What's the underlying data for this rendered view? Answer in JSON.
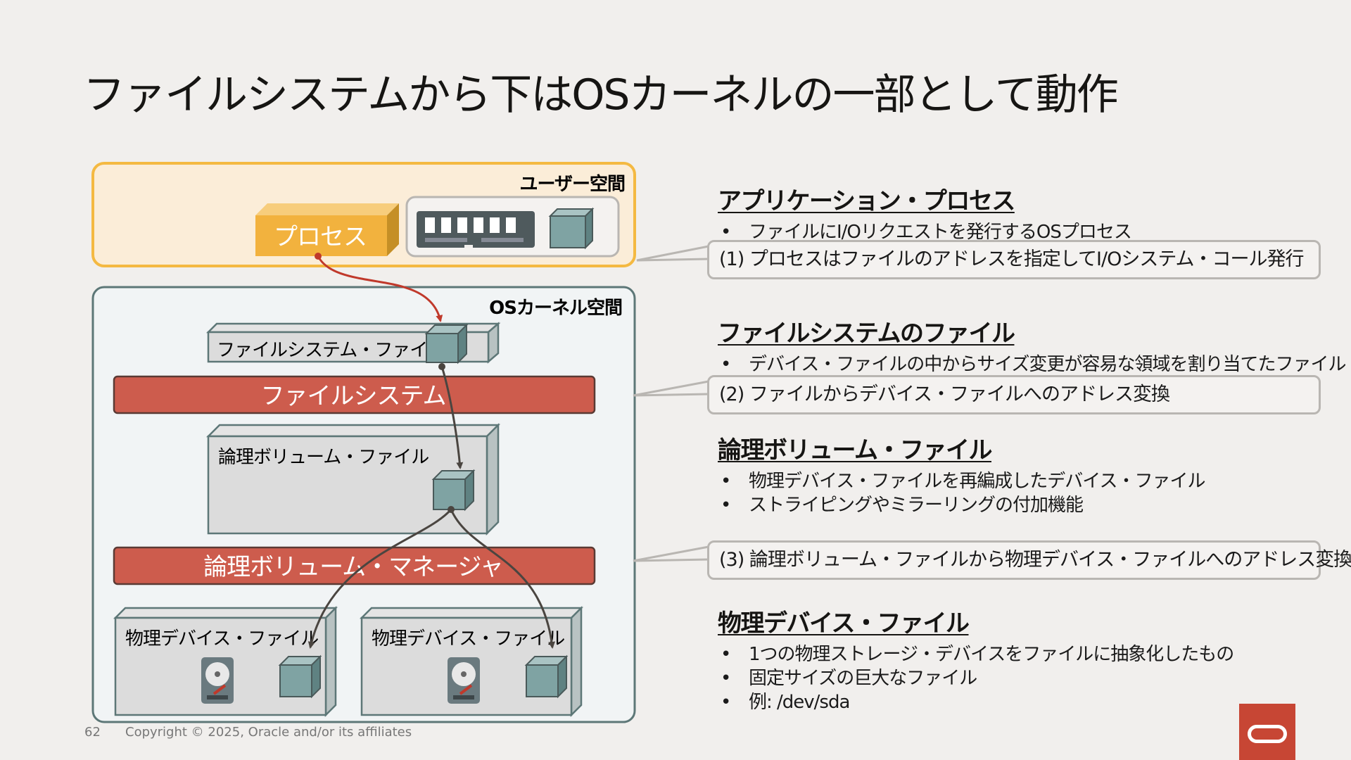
{
  "title": "ファイルシステムから下はOSカーネルの一部として動作",
  "diagram": {
    "user_space_label": "ユーザー空間",
    "process_label": "プロセス",
    "os_space_label": "OSカーネル空間",
    "fs_file_label": "ファイルシステム・ファイル",
    "filesystem_label": "ファイルシステム",
    "lv_file_label": "論理ボリューム・ファイル",
    "lvm_label": "論理ボリューム・マネージャ",
    "pd_file_label_1": "物理デバイス・ファイル",
    "pd_file_label_2": "物理デバイス・ファイル",
    "icons": [
      "memory-module-icon",
      "cube-icon",
      "hard-disk-icon"
    ],
    "colors": {
      "user_space_border": "#f4b942",
      "user_space_fill": "#fbedd8",
      "process_block": "#f2b23e",
      "layer_bar": "#cd5c4d",
      "cube": "#7fa3a3",
      "arrow": "#c0392b",
      "arrow_dark": "#4a4540"
    }
  },
  "sections": [
    {
      "heading": "アプリケーション・プロセス",
      "bullets": [
        "ファイルにI/Oリクエストを発行するOSプロセス"
      ]
    },
    {
      "heading": "ファイルシステムのファイル",
      "bullets": [
        "デバイス・ファイルの中からサイズ変更が容易な領域を割り当てたファイル"
      ]
    },
    {
      "heading": "論理ボリューム・ファイル",
      "bullets": [
        "物理デバイス・ファイルを再編成したデバイス・ファイル",
        "ストライピングやミラーリングの付加機能"
      ]
    },
    {
      "heading": "物理デバイス・ファイル",
      "bullets": [
        "1つの物理ストレージ・デバイスをファイルに抽象化したもの",
        "固定サイズの巨大なファイル",
        "例: /dev/sda"
      ]
    }
  ],
  "callouts": [
    "(1) プロセスはファイルのアドレスを指定してI/Oシステム・コール発行",
    "(2) ファイルからデバイス・ファイルへのアドレス変換",
    "(3) 論理ボリューム・ファイルから物理デバイス・ファイルへのアドレス変換"
  ],
  "footer": {
    "page_number": "62",
    "copyright": "Copyright © 2025, Oracle and/or its affiliates"
  },
  "logo": "oracle-logo"
}
